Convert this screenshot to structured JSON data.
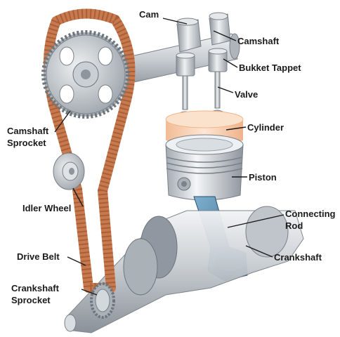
{
  "labels": {
    "cam": "Cam",
    "camshaft": "Camshaft",
    "bukket_tappet": "Bukket Tappet",
    "valve": "Valve",
    "cylinder": "Cylinder",
    "piston": "Piston",
    "connecting_rod": [
      "Connecting",
      "Rod"
    ],
    "crankshaft": "Crankshaft",
    "camshaft_sprocket": [
      "Camshaft",
      "Sprocket"
    ],
    "idler_wheel": "Idler Wheel",
    "drive_belt": "Drive Belt",
    "crankshaft_sprocket": [
      "Crankshaft",
      "Sprocket"
    ]
  },
  "colors": {
    "belt": "#c8794e",
    "metal": "#c9cfd4",
    "cylinder_glow": "#f6c9a6",
    "connecting_rod": "#4f88ad",
    "label_text": "#1b1b1b"
  }
}
